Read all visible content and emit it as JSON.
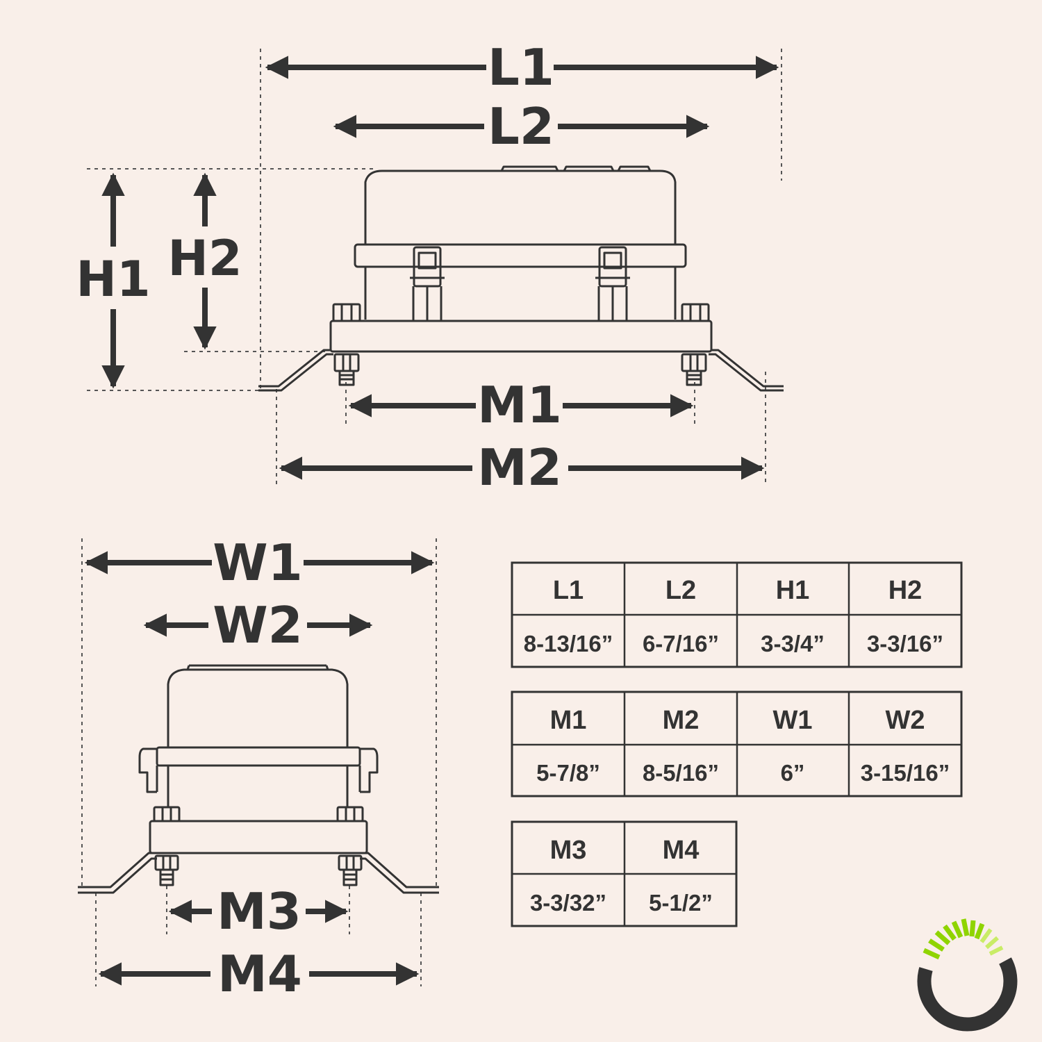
{
  "diagram": {
    "labels": {
      "L1": "L1",
      "L2": "L2",
      "H1": "H1",
      "H2": "H2",
      "M1": "M1",
      "M2": "M2",
      "W1": "W1",
      "W2": "W2",
      "M3": "M3",
      "M4": "M4"
    }
  },
  "tables": [
    {
      "headers": [
        "L1",
        "L2",
        "H1",
        "H2"
      ],
      "values": [
        "8-13/16”",
        "6-7/16”",
        "3-3/4”",
        "3-3/16”"
      ]
    },
    {
      "headers": [
        "M1",
        "M2",
        "W1",
        "W2"
      ],
      "values": [
        "5-7/8”",
        "8-5/16”",
        "6”",
        "3-15/16”"
      ]
    },
    {
      "headers": [
        "M3",
        "M4"
      ],
      "values": [
        "3-3/32”",
        "5-1/2”"
      ]
    }
  ],
  "colors": {
    "ink": "#333333",
    "background": "#f9efe9",
    "logo_green": "#8fd400",
    "logo_dark": "#333333"
  },
  "logo": {
    "icon": "brand-ring-logo-icon"
  }
}
